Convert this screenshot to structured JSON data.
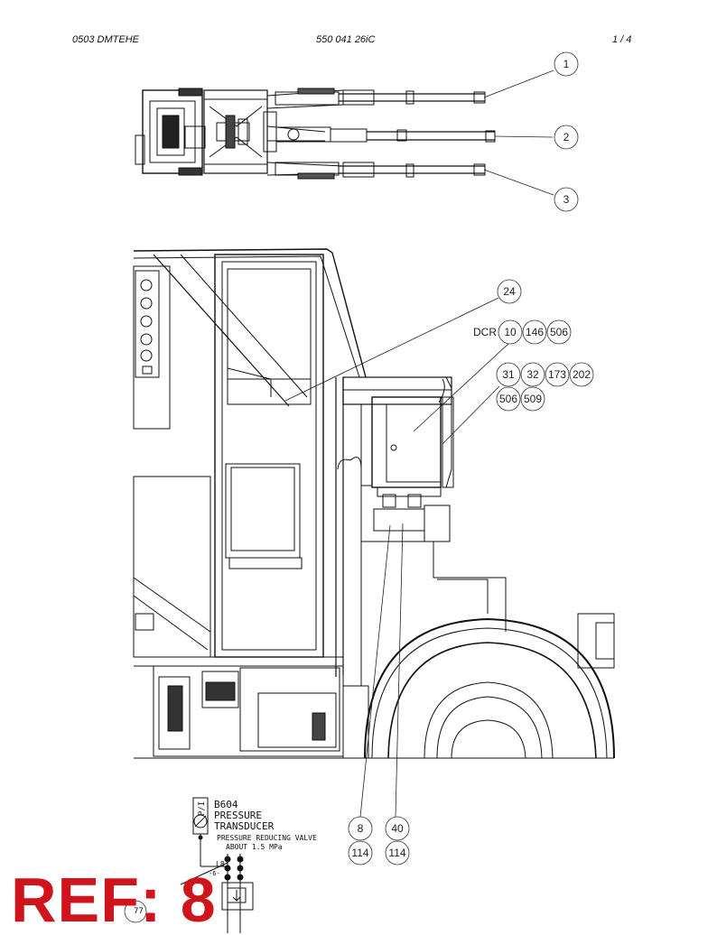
{
  "header": {
    "doc_code": "0503 DMTEHE",
    "part_number": "550 041 26iC",
    "page": "1 /  4"
  },
  "top_view_callouts": [
    "1",
    "2",
    "3"
  ],
  "detail_callouts": {
    "c24": "24",
    "dcr_label": "DCR",
    "c10": "10",
    "c146": "146",
    "c506a": "506",
    "c31": "31",
    "c32": "32",
    "c173": "173",
    "c202": "202",
    "c506b": "506",
    "c509": "509",
    "c8": "8",
    "c40": "40",
    "c114a": "114",
    "c114b": "114"
  },
  "schematic": {
    "sensor_symbol": "P/I",
    "code": "B604",
    "line1": "PRESSURE",
    "line2": "TRANSDUCER",
    "valve_note": "PRESSURE REDUCING VALVE",
    "pressure_note": "ABOUT 1.5 MPa",
    "port_label": "L8",
    "port_num": "-6-",
    "partial_circle": "77"
  },
  "ref_label": "REF: 8"
}
